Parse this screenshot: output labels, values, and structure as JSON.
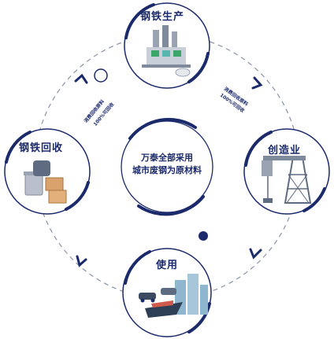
{
  "center": {
    "line1": "万泰全部采用",
    "line2": "城市废钢为原材料"
  },
  "nodes": {
    "top": "钢铁生产",
    "right": "创造业",
    "bottom": "使用",
    "left": "钢铁回收"
  },
  "arc_labels": {
    "top_right_line1": "消费回收原料",
    "top_right_line2": "100%可回收",
    "top_left_line1": "消费回收原料",
    "top_left_line2": "100%可回收"
  },
  "colors": {
    "navy": "#1b2a6b",
    "cycle_dash": "#8a93a8",
    "accent_green": "#3aa66a",
    "accent_teal": "#57b7b0"
  },
  "icons": {
    "top": "steel-plant-icon",
    "right": "oil-rig-icon",
    "bottom": "cars-ship-city-icon",
    "left": "recycling-bins-icon"
  }
}
